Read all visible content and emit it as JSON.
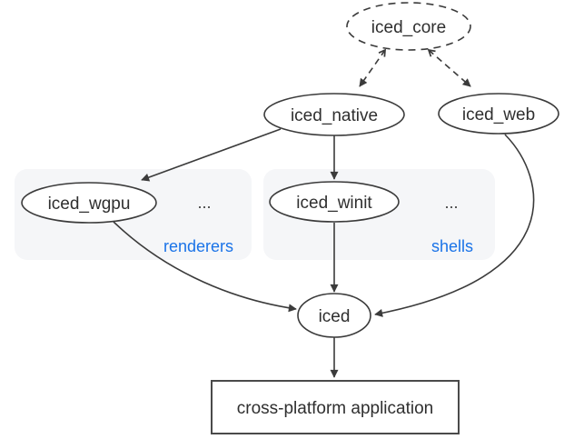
{
  "diagram": {
    "type": "dependency-graph",
    "colors": {
      "background": "#ffffff",
      "node_fill": "#ffffff",
      "stroke": "#3b3b3b",
      "text": "#2f2f2f",
      "group_fill": "#f5f6f8",
      "group_label": "#1a73e8"
    },
    "nodes": {
      "iced_core": "iced_core",
      "iced_native": "iced_native",
      "iced_web": "iced_web",
      "iced_wgpu": "iced_wgpu",
      "iced_winit": "iced_winit",
      "iced": "iced",
      "app": "cross-platform application"
    },
    "groups": {
      "renderers": {
        "label": "renderers",
        "ellipsis": "..."
      },
      "shells": {
        "label": "shells",
        "ellipsis": "..."
      }
    },
    "edges": [
      {
        "from": "iced_core",
        "to": "iced_native",
        "style": "dashed"
      },
      {
        "from": "iced_core",
        "to": "iced_web",
        "style": "dashed"
      },
      {
        "from": "iced_native",
        "to": "iced_wgpu",
        "style": "solid"
      },
      {
        "from": "iced_native",
        "to": "iced_winit",
        "style": "solid"
      },
      {
        "from": "iced_wgpu",
        "to": "iced",
        "style": "solid"
      },
      {
        "from": "iced_winit",
        "to": "iced",
        "style": "solid"
      },
      {
        "from": "iced_web",
        "to": "iced",
        "style": "solid"
      },
      {
        "from": "iced",
        "to": "app",
        "style": "solid"
      }
    ]
  }
}
